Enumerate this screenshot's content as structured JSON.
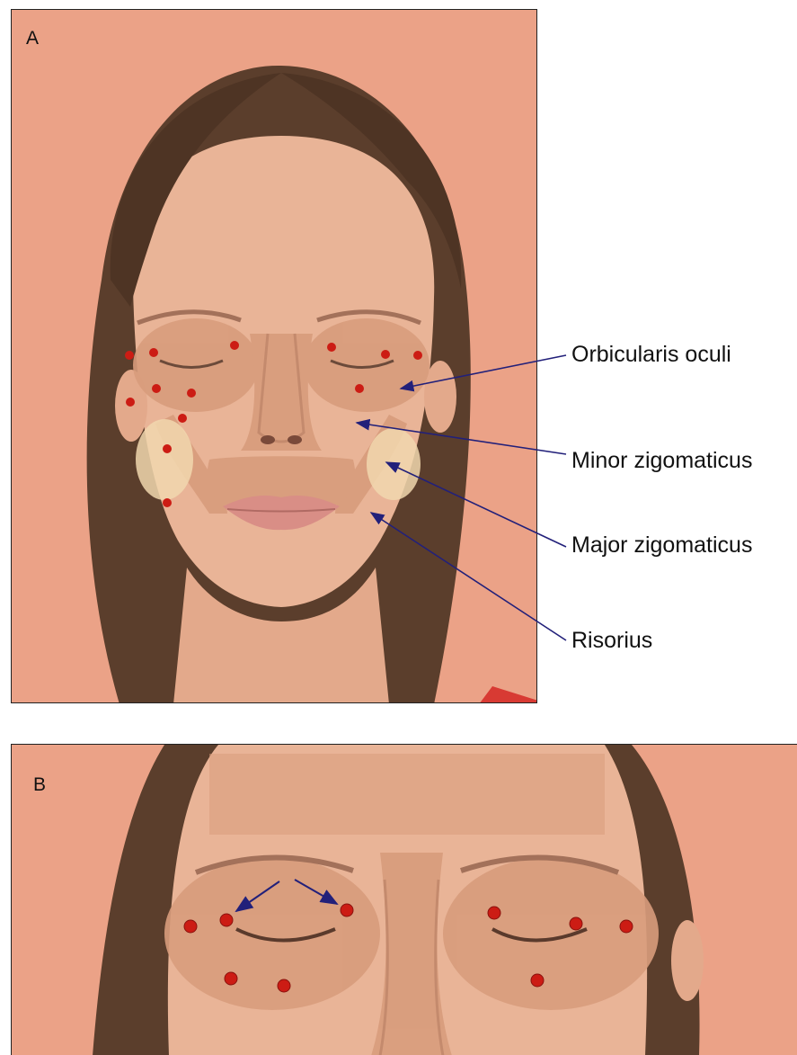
{
  "panel_a": {
    "letter": "A"
  },
  "panel_b": {
    "letter": "B"
  },
  "labels": {
    "orbicularis": "Orbicularis oculi",
    "minor": "Minor zigomaticus",
    "major": "Major zigomaticus",
    "risorius": "Risorius"
  },
  "colors": {
    "background": "#eba287",
    "skin": "#e9b497",
    "muscle": "#d89c7c",
    "hair": "#5b3e2c",
    "fat": "#f1d7ae",
    "injection_dot": "#cc1c14",
    "arrow": "#22207a"
  }
}
